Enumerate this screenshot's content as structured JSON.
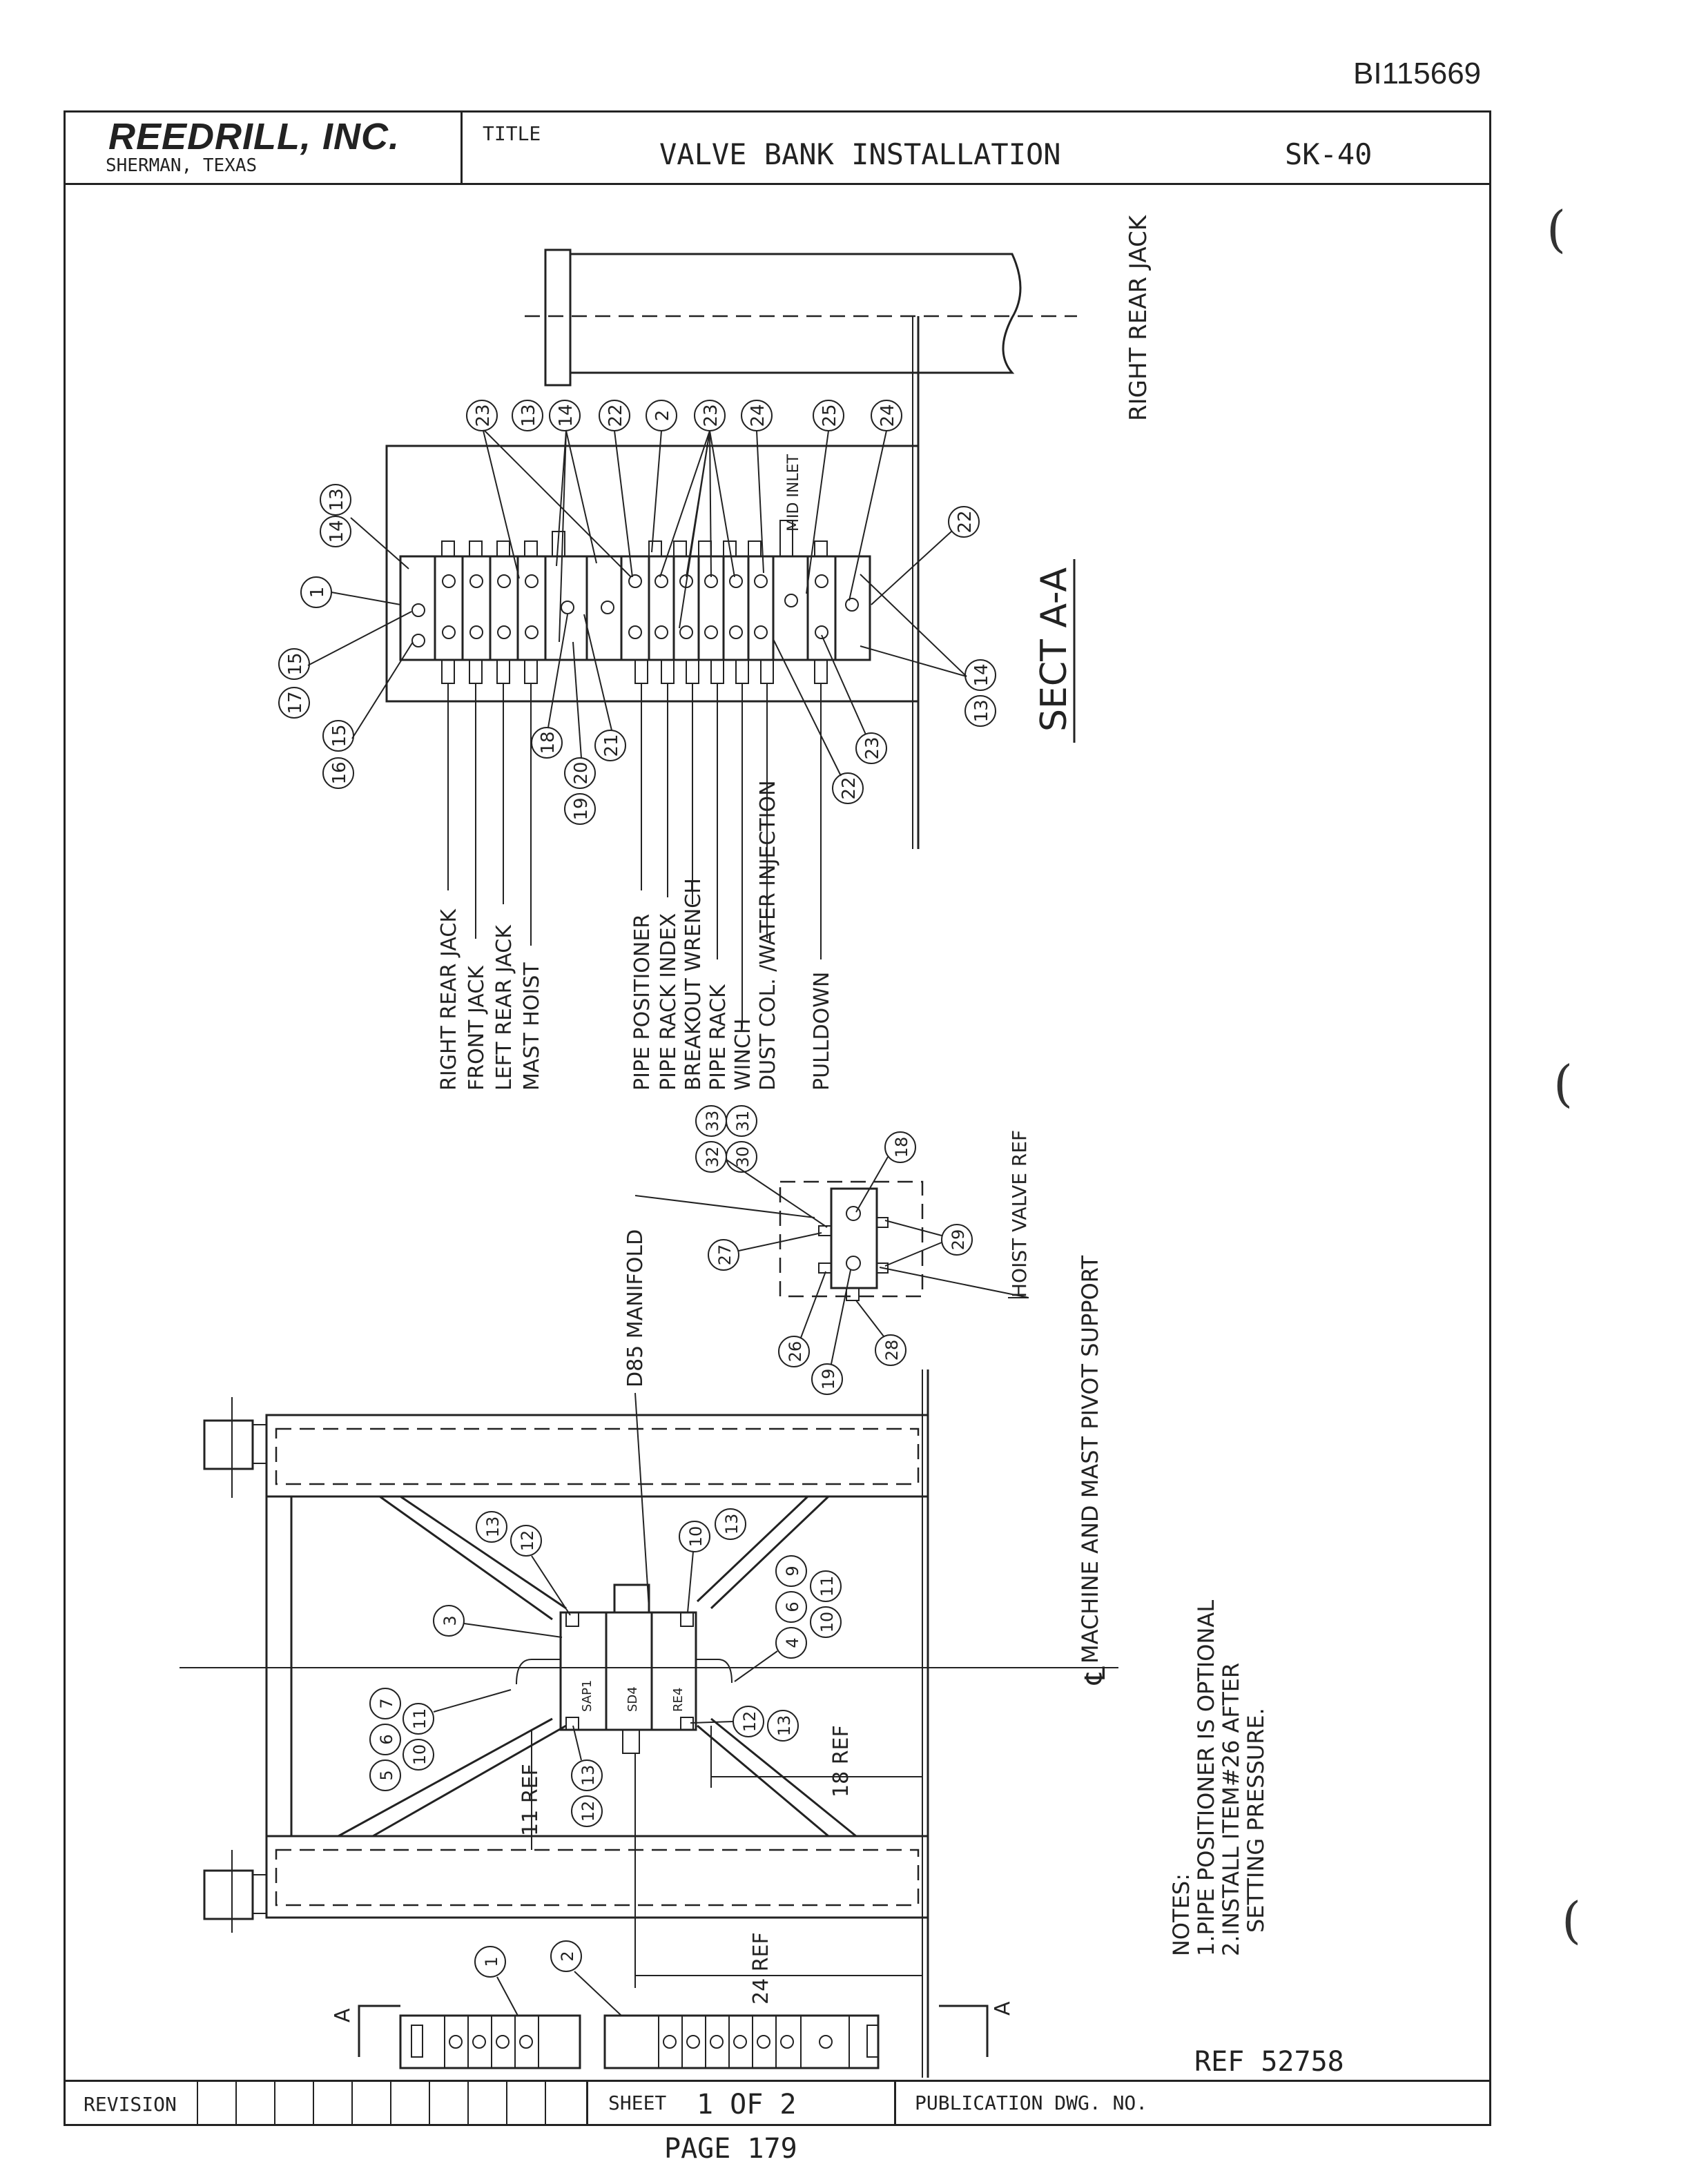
{
  "doc_id": "BI115669",
  "title_block": {
    "company": "REEDRILL, INC.",
    "location": "SHERMAN, TEXAS",
    "title_label": "TITLE",
    "title": "VALVE BANK INSTALLATION",
    "drawing_number": "SK-40"
  },
  "footer": {
    "revision_label": "REVISION",
    "sheet_label": "SHEET",
    "sheet_value": "1 OF 2",
    "publication_label": "PUBLICATION DWG. NO.",
    "reference": "REF 52758",
    "page": "PAGE 179"
  },
  "section": {
    "title": "SECT A-A",
    "right_rear_jack": "RIGHT REAR JACK",
    "mid_inlet": "MID INLET",
    "valve_labels_left": [
      "RIGHT REAR JACK",
      "FRONT JACK",
      "LEFT REAR JACK",
      "MAST HOIST"
    ],
    "valve_labels_right": [
      "PIPE POSITIONER",
      "PIPE RACK INDEX",
      "BREAKOUT WRENCH",
      "PIPE RACK",
      "WINCH",
      "DUST COL. /WATER INJECTION",
      "PULLDOWN"
    ],
    "top_balloons": [
      "23",
      "13",
      "14",
      "22",
      "2",
      "23",
      "24",
      "25",
      "24"
    ],
    "left_balloons": [
      [
        "13",
        "14"
      ],
      [
        "1"
      ],
      [
        "17",
        "15"
      ],
      [
        "16",
        "15"
      ]
    ],
    "bottom_balloons": [
      [
        "18"
      ],
      [
        "19",
        "20"
      ],
      [
        "21"
      ],
      [
        "22"
      ],
      [
        "23"
      ]
    ],
    "right_balloons": [
      [
        "22"
      ],
      [
        "13",
        "14"
      ]
    ]
  },
  "hoist_detail": {
    "label": "HOIST VALVE REF",
    "balloons_top": [
      "32",
      "33",
      "30",
      "31"
    ],
    "balloon_18": "18",
    "balloon_27": "27",
    "balloon_29": "29",
    "balloon_26": "26",
    "balloon_19": "19",
    "balloon_28": "28"
  },
  "plan_view": {
    "manifold_label": "D85 MANIFOLD",
    "pivot_label": "MACHINE AND MAST PIVOT SUPPORT",
    "dim_11": "11 REF",
    "dim_18": "18 REF",
    "dim_24": "24 REF",
    "section_mark": "A",
    "valve_block_labels": [
      "SAP1",
      "SD4",
      "RE4"
    ],
    "balloons": {
      "b13a": "13",
      "b12a": "12",
      "b10a": "10",
      "b13b": "13",
      "b3": "3",
      "b4_6_9": [
        "4",
        "6",
        "9"
      ],
      "b10_11a": [
        "10",
        "11"
      ],
      "b5_6_7": [
        "5",
        "6",
        "7"
      ],
      "b10_11b": [
        "10",
        "11"
      ],
      "b12_13a": [
        "12",
        "13"
      ],
      "b12b": "12",
      "b13c": "13",
      "b1": "1",
      "b2": "2"
    }
  },
  "notes": {
    "heading": "NOTES:",
    "items": [
      "1.PIPE POSITIONER IS OPTIONAL",
      "2.INSTALL ITEM#26 AFTER",
      "SETTING PRESSURE."
    ]
  }
}
